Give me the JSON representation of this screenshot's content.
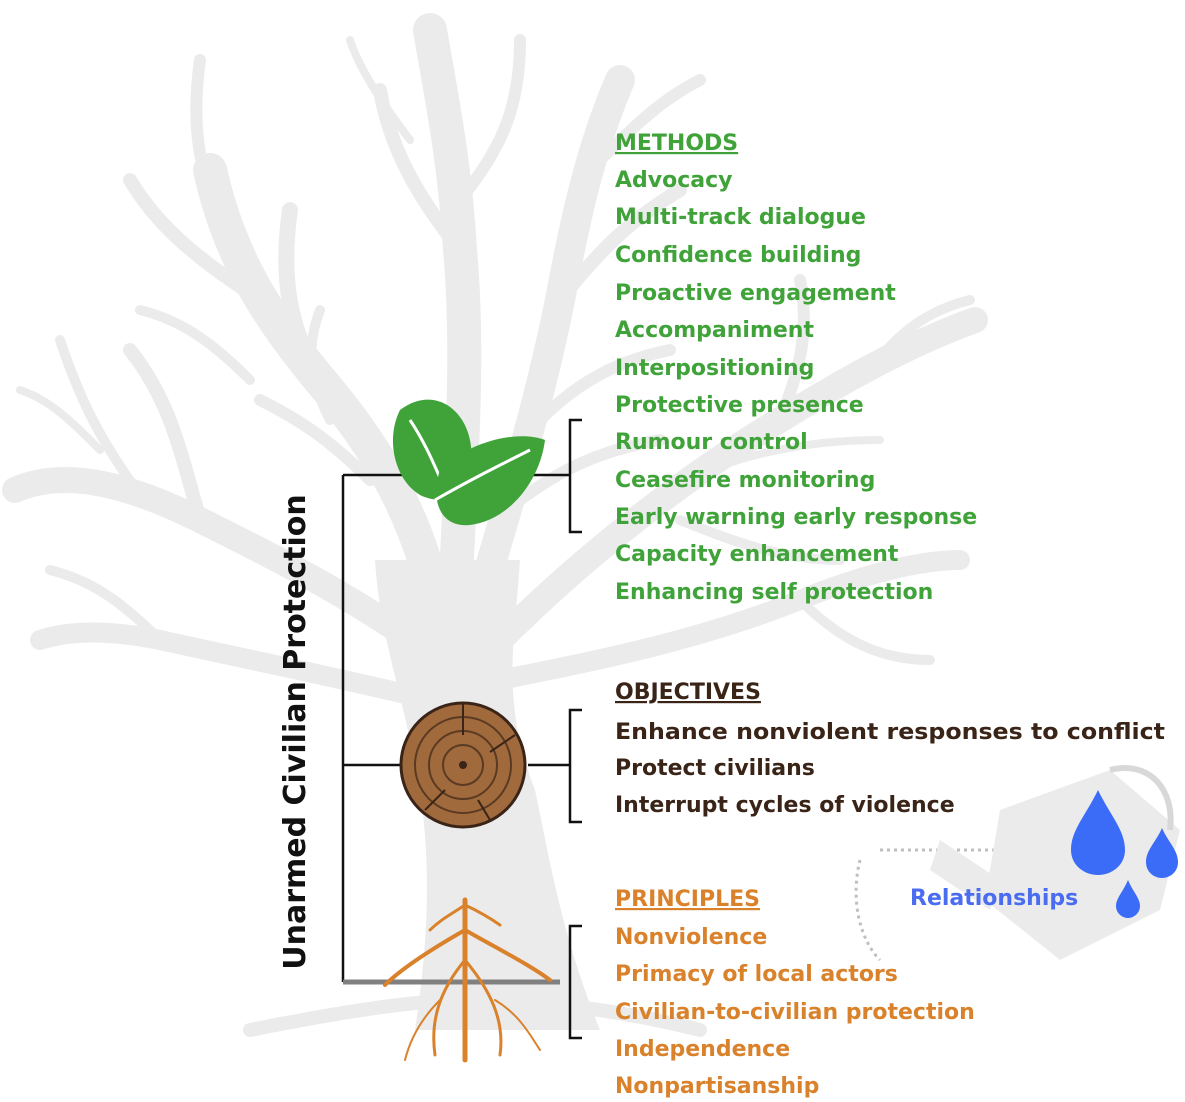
{
  "title": "Unarmed Civilian Protection",
  "methods": {
    "header": "METHODS",
    "color": "#3fa33a",
    "items": [
      "Advocacy",
      "Multi-track dialogue",
      "Confidence building",
      "Proactive engagement",
      "Accompaniment",
      "Interpositioning",
      "Protective presence",
      "Rumour control",
      "Ceasefire monitoring",
      "Early warning early response",
      "Capacity enhancement",
      "Enhancing self protection"
    ]
  },
  "objectives": {
    "header": "OBJECTIVES",
    "color": "#3a2418",
    "items": [
      "Enhance nonviolent responses to conflict",
      "Protect civilians",
      "Interrupt cycles of violence"
    ]
  },
  "principles": {
    "header": "PRINCIPLES",
    "color": "#d9822b",
    "items": [
      "Nonviolence",
      "Primacy of local actors",
      "Civilian-to-civilian protection",
      "Independence",
      "Nonpartisanship"
    ]
  },
  "watering_can": {
    "label": "Relationships",
    "color": "#4a6cf0"
  },
  "icons": [
    "tree-silhouette",
    "leaf-icon",
    "wood-rings-icon",
    "roots-icon",
    "watering-can-icon",
    "water-drop-icon"
  ],
  "colors": {
    "tree": "#ebebeb",
    "bracket": "#111111",
    "leaf": "#3fa33a",
    "wood": "#a06a3c",
    "roots": "#d9822b",
    "water": "#3b6cf7"
  }
}
